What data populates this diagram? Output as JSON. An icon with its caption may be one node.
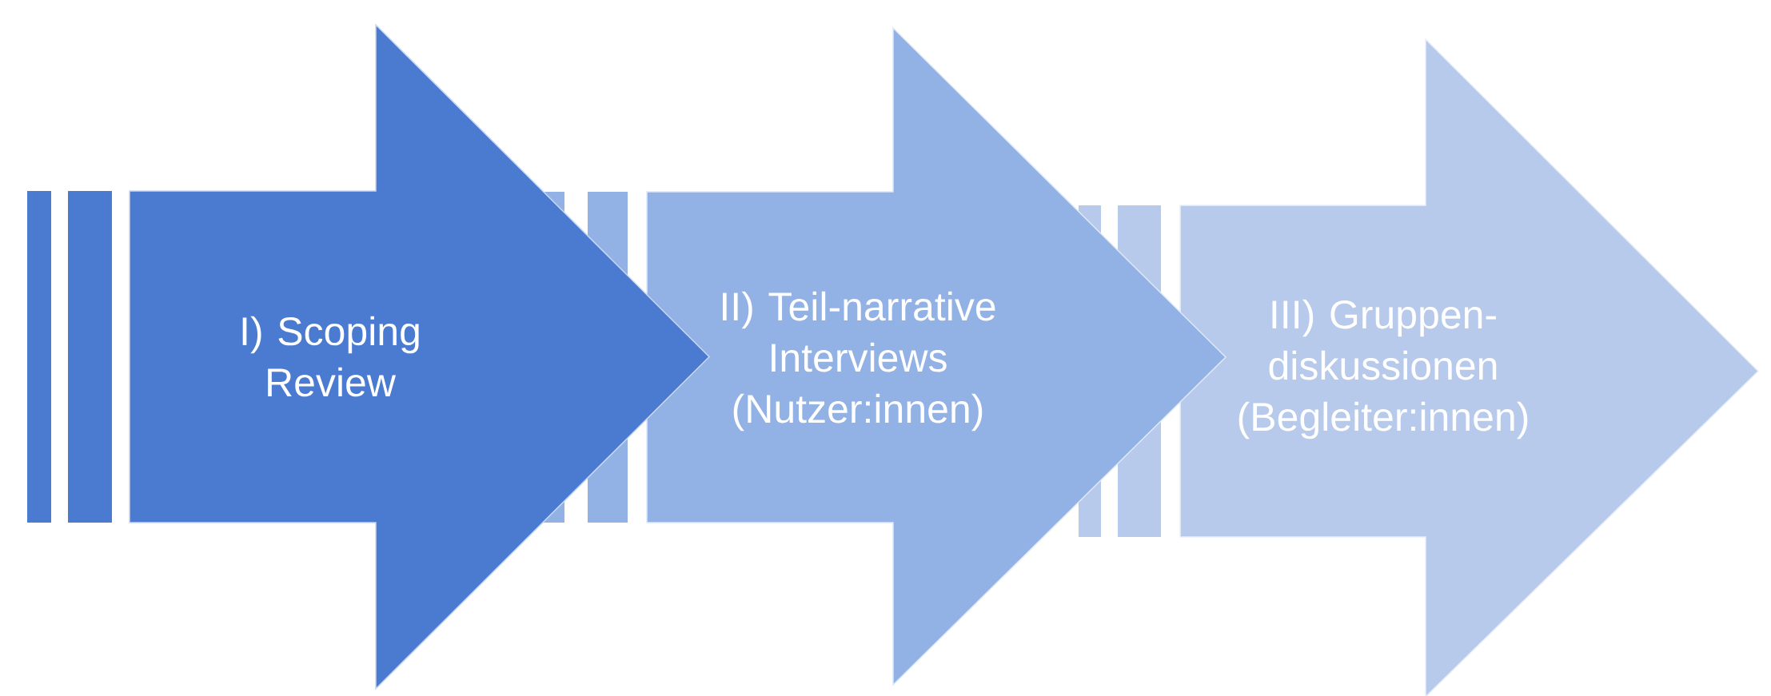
{
  "diagram": {
    "nodes": [
      {
        "text": [
          "I) Scoping Review"
        ]
      },
      {
        "text": [
          "II) Teil-narrative Interviews (Nutzer:innen)"
        ]
      },
      {
        "text": [
          "III) Gruppen-diskussionen (Begleiter:innen)"
        ]
      }
    ]
  }
}
